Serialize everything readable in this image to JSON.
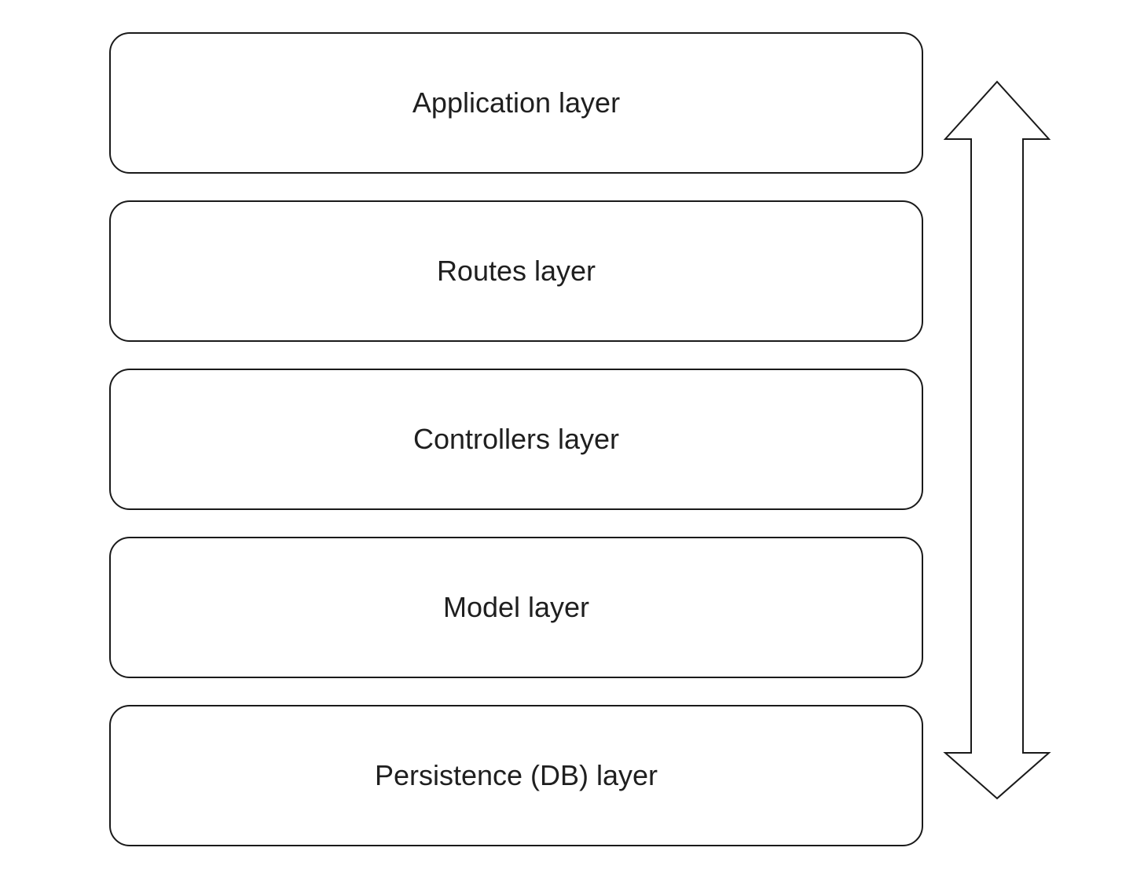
{
  "diagram": {
    "layers": [
      {
        "label": "Application layer"
      },
      {
        "label": "Routes layer"
      },
      {
        "label": "Controllers layer"
      },
      {
        "label": "Model layer"
      },
      {
        "label": "Persistence (DB) layer"
      }
    ],
    "arrow": {
      "icon": "double-headed-vertical-arrow-icon",
      "direction": "bidirectional"
    },
    "colors": {
      "stroke": "#1a1a1a",
      "fill": "#ffffff",
      "text": "#1f1f1f"
    }
  }
}
